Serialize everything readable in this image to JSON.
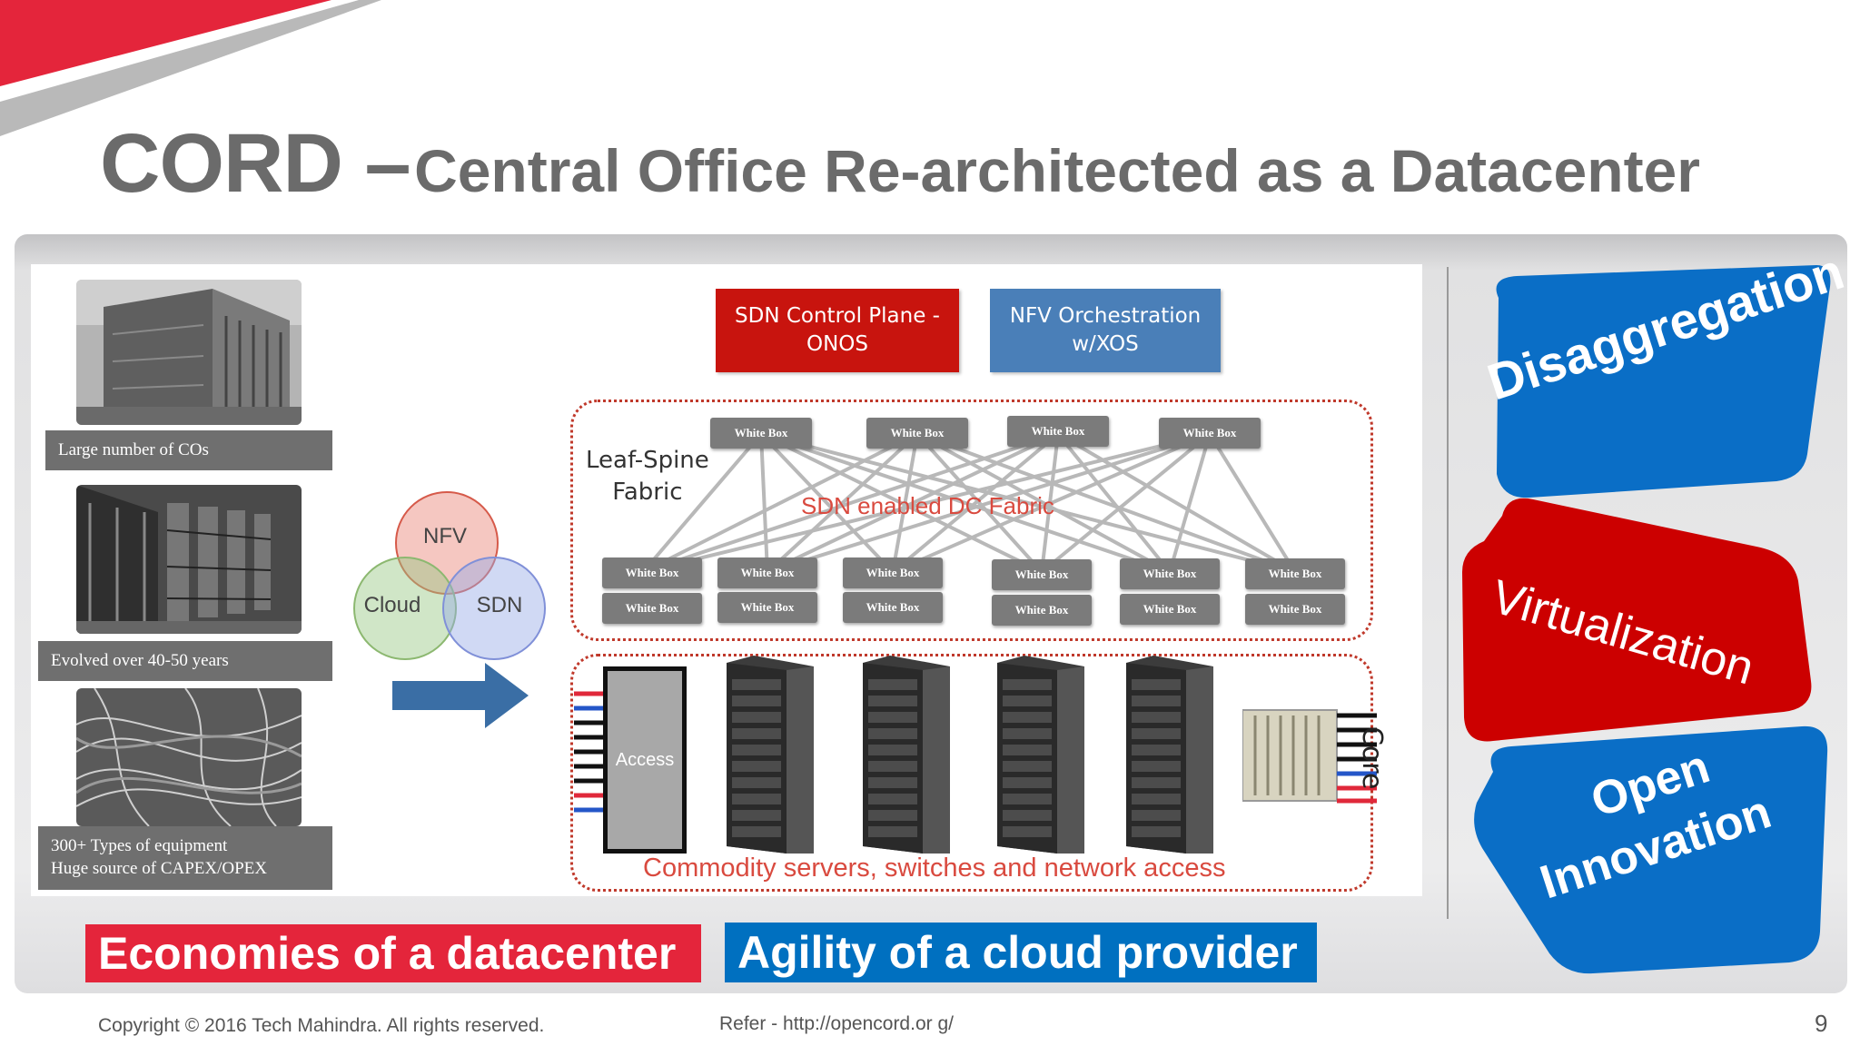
{
  "title": {
    "main": "CORD –",
    "sub": "Central Office Re-architected as a Datacenter"
  },
  "photos": [
    {
      "caption_lines": [
        "Large number of COs"
      ]
    },
    {
      "caption_lines": [
        "Evolved over 40-50 years"
      ]
    },
    {
      "caption_lines": [
        "300+ Types of equipment",
        "Huge source of CAPEX/OPEX"
      ]
    }
  ],
  "venn": {
    "nfv": "NFV",
    "cloud": "Cloud",
    "sdn": "SDN"
  },
  "sdn_control": {
    "line1": "SDN Control Plane -",
    "line2": "ONOS"
  },
  "nfv_orch": {
    "line1": "NFV Orchestration",
    "line2": "w/XOS"
  },
  "fabric": {
    "label_line1": "Leaf-Spine",
    "label_line2": "Fabric",
    "overlay": "SDN enabled DC Fabric",
    "box_label": "White Box"
  },
  "rack_area": {
    "access": "Access",
    "core": "Core",
    "caption": "Commodity servers, switches and network access"
  },
  "pillars": {
    "disaggregation": "Disaggregation",
    "virtualization": "Virtualization",
    "open_line1": "Open",
    "open_line2": "Innovation"
  },
  "badges": {
    "economies": "Economies of a datacenter",
    "agility": "Agility of a cloud provider"
  },
  "footer": {
    "copyright": "Copyright © 2016 Tech Mahindra. All rights reserved.",
    "refer": "Refer - http://opencord.or g/",
    "page": "9"
  },
  "colors": {
    "red": "#e4253b",
    "blue": "#0070c0",
    "pillar_red": "#cc0000",
    "pillar_blue": "#0a6ec6",
    "title_gray": "#6b6b6b"
  }
}
